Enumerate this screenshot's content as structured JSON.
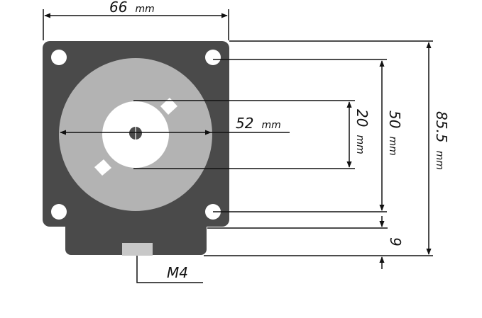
{
  "colors": {
    "body": "#4a4a4a",
    "disc": "#b3b3b3",
    "hub": "#ffffff",
    "line": "#111111",
    "connector": "#c8c8c8"
  },
  "dimensions": {
    "width": {
      "value": "66",
      "unit": "mm"
    },
    "diameter": {
      "value": "52",
      "unit": "mm"
    },
    "inner": {
      "value": "20",
      "unit": "mm"
    },
    "holes": {
      "value": "50",
      "unit": "mm"
    },
    "total": {
      "value": "85.5",
      "unit": "mm"
    },
    "tab": {
      "value": "9"
    }
  },
  "thread_label": "M4"
}
